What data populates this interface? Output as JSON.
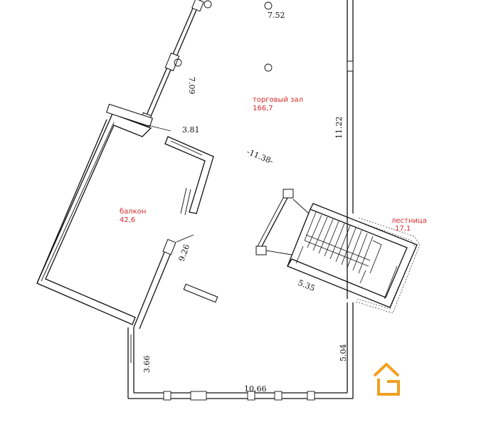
{
  "rooms": [
    {
      "name": "торговый зал",
      "area": "166,7",
      "color": "#d42a2a"
    },
    {
      "name": "балкон",
      "area": "42,6",
      "color": "#d42a2a"
    },
    {
      "name": "лестница",
      "area": "17,1",
      "color": "#d42a2a"
    }
  ],
  "dimensions": {
    "top": "7.52",
    "upper_left_wall": "7.09",
    "balcony_top": "3.81",
    "diagonal": "-11.38-",
    "right_wall": "11.22",
    "balcony_side": "9.26",
    "stair_bottom": "5.35",
    "lower_left": "3.66",
    "lower_right": "5.04",
    "bottom": "10.66"
  },
  "logo": {
    "color": "#f0a020",
    "icon": "house-icon"
  }
}
